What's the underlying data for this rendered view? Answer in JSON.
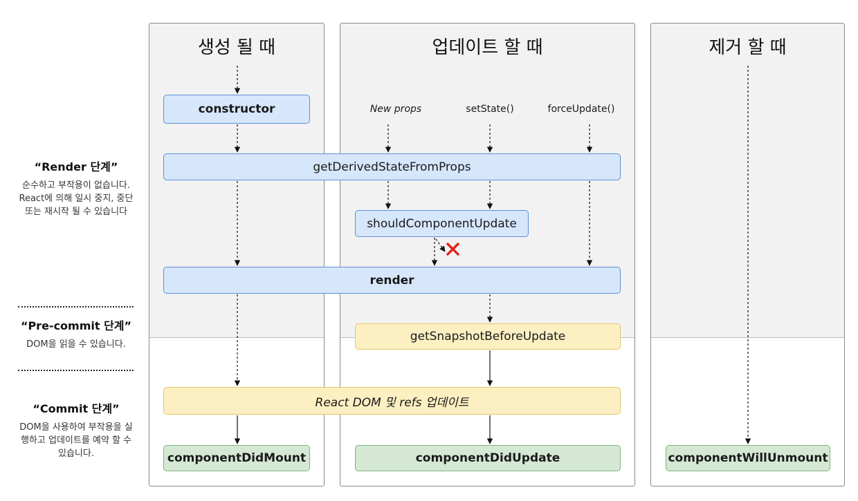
{
  "columns": {
    "mount": {
      "title": "생성 될 때"
    },
    "update": {
      "title": "업데이트 할 때"
    },
    "unmount": {
      "title": "제거 할 때"
    }
  },
  "triggers": {
    "new_props": "New props",
    "set_state": "setState()",
    "force_update": "forceUpdate()"
  },
  "nodes": {
    "constructor": "constructor",
    "get_derived_state": "getDerivedStateFromProps",
    "should_update": "shouldComponentUpdate",
    "render": "render",
    "get_snapshot": "getSnapshotBeforeUpdate",
    "react_dom_update": "React DOM 및 refs 업데이트",
    "did_mount": "componentDidMount",
    "did_update": "componentDidUpdate",
    "will_unmount": "componentWillUnmount"
  },
  "phases": {
    "render": {
      "title": "“Render 단계”",
      "description": "순수하고 부작용이 없습니다. React에 의해 일시 중지, 중단 또는 재시작 될 수 있습니다"
    },
    "precommit": {
      "title": "“Pre-commit 단계”",
      "description": "DOM을 읽을 수 있습니다."
    },
    "commit": {
      "title": "“Commit 단계”",
      "description": "DOM을 사용하여 부작용을 실행하고 업데이트를 예약 할 수 있습니다."
    }
  },
  "colors": {
    "blue_fill": "#d6e6fb",
    "yellow_fill": "#fcefc2",
    "green_fill": "#d5e8d4",
    "cancel_mark": "#e0231a"
  }
}
